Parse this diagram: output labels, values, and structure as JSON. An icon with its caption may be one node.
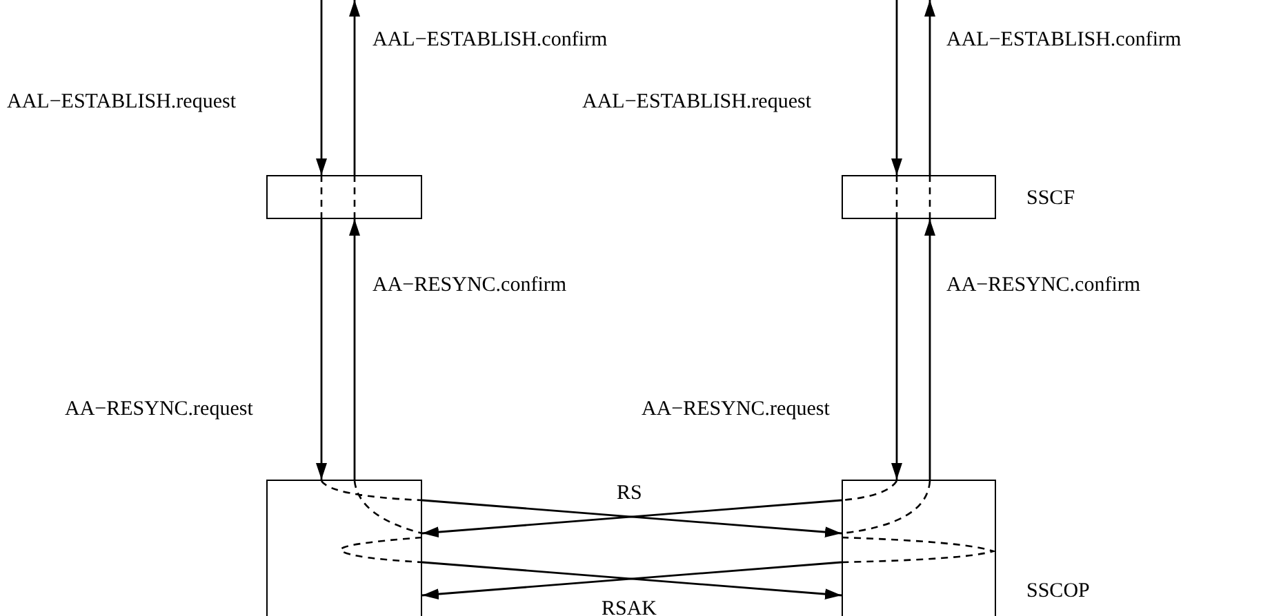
{
  "diagram": {
    "nodes": [
      {
        "text": [],
        "shape": "box"
      },
      {
        "text": [],
        "shape": "box",
        "beside": [
          "SSCF"
        ]
      },
      {
        "text": [],
        "shape": "box"
      },
      {
        "text": [],
        "shape": "box",
        "beside": [
          "SSCOP"
        ]
      }
    ],
    "edges": [
      {
        "from": null,
        "to": 0,
        "arrow": "to",
        "label": "AAL−ESTABLISH.request"
      },
      {
        "from": 0,
        "to": null,
        "arrow": "to",
        "label": "AAL−ESTABLISH.confirm"
      },
      {
        "from": 0,
        "to": 2,
        "arrow": "to",
        "label": "AA−RESYNC.request"
      },
      {
        "from": 2,
        "to": 0,
        "arrow": "to",
        "label": "AA−RESYNC.confirm"
      },
      {
        "from": null,
        "to": 1,
        "arrow": "to",
        "label": "AAL−ESTABLISH.request"
      },
      {
        "from": 1,
        "to": null,
        "arrow": "to",
        "label": "AAL−ESTABLISH.confirm"
      },
      {
        "from": 1,
        "to": 3,
        "arrow": "to",
        "label": "AA−RESYNC.request"
      },
      {
        "from": 3,
        "to": 1,
        "arrow": "to",
        "label": "AA−RESYNC.confirm"
      },
      {
        "from": 2,
        "to": 3,
        "arrow": "to",
        "label": "RS"
      },
      {
        "from": 3,
        "to": 2,
        "arrow": "to"
      },
      {
        "from": 2,
        "to": 3,
        "arrow": "to",
        "label": "RSAK"
      },
      {
        "from": 3,
        "to": 2,
        "arrow": "to"
      }
    ]
  }
}
